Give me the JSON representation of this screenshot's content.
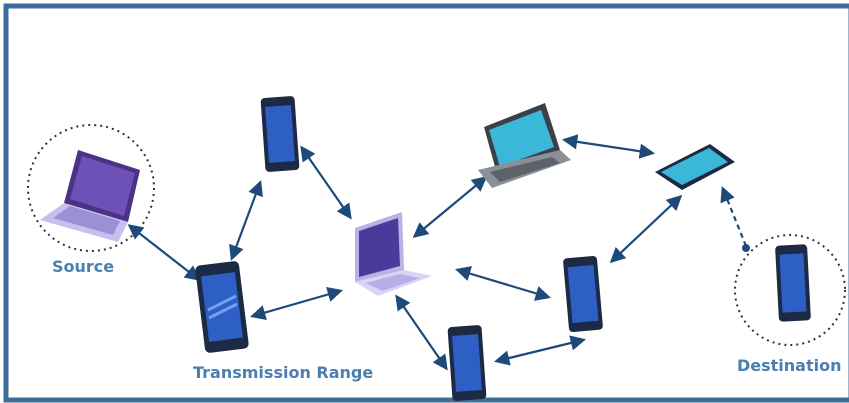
{
  "labels": {
    "source": "Source",
    "transmission_range": "Transmission Range",
    "destination": "Destination"
  },
  "colors": {
    "frame": "#3f6d9a",
    "arrow": "#1e4a7a",
    "phone_body": "#1d2a45",
    "phone_screen": "#2d5fc4",
    "laptop_screen_dark": "#5a3fa0",
    "laptop_screen_cyan": "#3bb8d8",
    "laptop_body": "#b9b2e6",
    "laptop_grey": "#8a8f98",
    "dotted_circle": "#333333",
    "label": "#4a7fb0"
  }
}
